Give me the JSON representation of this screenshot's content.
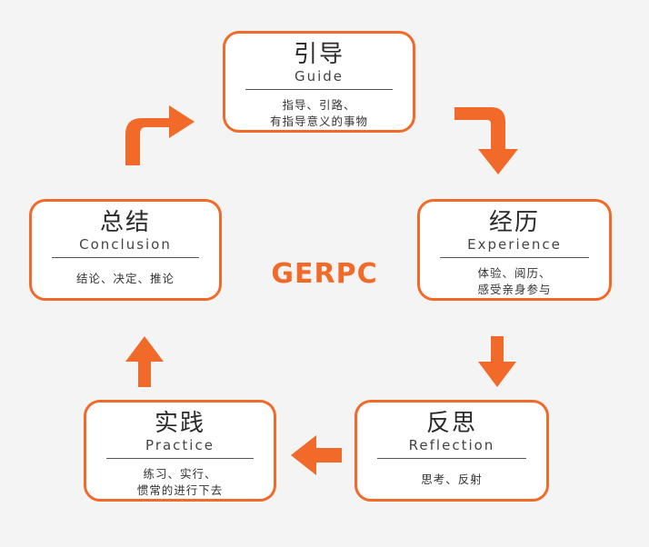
{
  "center_label": "GERPC",
  "accent_color": "#f26a2a",
  "nodes": {
    "guide": {
      "title": "引导",
      "subtitle": "Guide",
      "desc_line1": "指导、引路、",
      "desc_line2": "有指导意义的事物"
    },
    "experience": {
      "title": "经历",
      "subtitle": "Experience",
      "desc_line1": "体验、阅历、",
      "desc_line2": "感受亲身参与"
    },
    "reflection": {
      "title": "反思",
      "subtitle": "Reflection",
      "desc_line1": "思考、反射"
    },
    "practice": {
      "title": "实践",
      "subtitle": "Practice",
      "desc_line1": "练习、实行、",
      "desc_line2": "惯常的进行下去"
    },
    "conclusion": {
      "title": "总结",
      "subtitle": "Conclusion",
      "desc_line1": "结论、决定、推论"
    }
  }
}
